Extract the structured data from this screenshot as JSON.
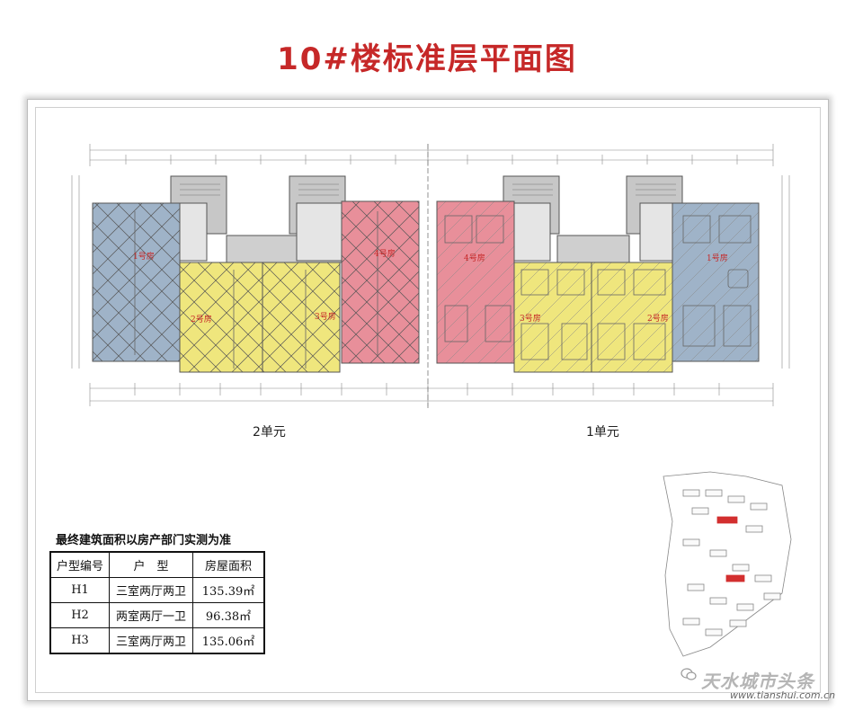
{
  "title": "10#楼标准层平面图",
  "units": {
    "unit2": "2单元",
    "unit1": "1单元"
  },
  "rooms": {
    "r1_left": "1号房",
    "r2_left": "2号房",
    "r3_left": "3号房",
    "r4_left": "4号房",
    "r4_right": "4号房",
    "r3_right": "3号房",
    "r2_right": "2号房",
    "r1_right": "1号房"
  },
  "colors": {
    "blue": "#9fb3c8",
    "yellow": "#efe67d",
    "pink": "#e88f9a",
    "gray": "#bdbdbd",
    "title": "#c62828"
  },
  "note": "最终建筑面积以房产部门实测为准",
  "table": {
    "headers": [
      "户型编号",
      "户　型",
      "房屋面积"
    ],
    "rows": [
      [
        "H1",
        "三室两厅两卫",
        "135.39㎡"
      ],
      [
        "H2",
        "两室两厅一卫",
        "96.38㎡"
      ],
      [
        "H3",
        "三室两厅两卫",
        "135.06㎡"
      ]
    ]
  },
  "watermark": {
    "text": "天水城市头条",
    "url": "www.tianshui.com.cn"
  }
}
